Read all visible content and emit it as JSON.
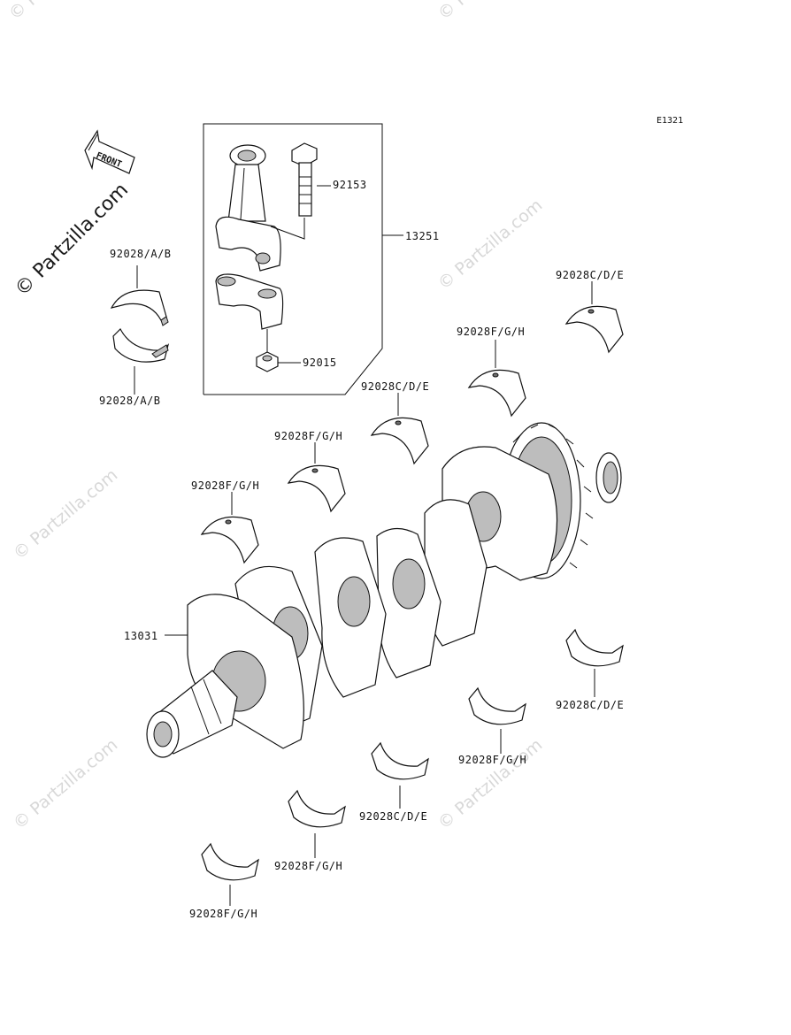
{
  "diagram_code": "E1321",
  "front_label": "FRONT",
  "watermark_main": "© Partzilla.com",
  "watermark": "© Partzilla.com",
  "labels": {
    "bolt": "92153",
    "rod_assy": "13251",
    "nut": "92015",
    "crankshaft": "13031",
    "rod_bearing_upper": "92028/A/B",
    "rod_bearing_lower": "92028/A/B",
    "main_upper_1": "92028F/G/H",
    "main_upper_2": "92028F/G/H",
    "main_upper_3": "92028C/D/E",
    "main_upper_4": "92028F/G/H",
    "main_upper_5": "92028C/D/E",
    "main_lower_1": "92028C/D/E",
    "main_lower_2": "92028F/G/H",
    "main_lower_3": "92028C/D/E",
    "main_lower_4": "92028F/G/H",
    "main_lower_5": "92028F/G/H"
  }
}
